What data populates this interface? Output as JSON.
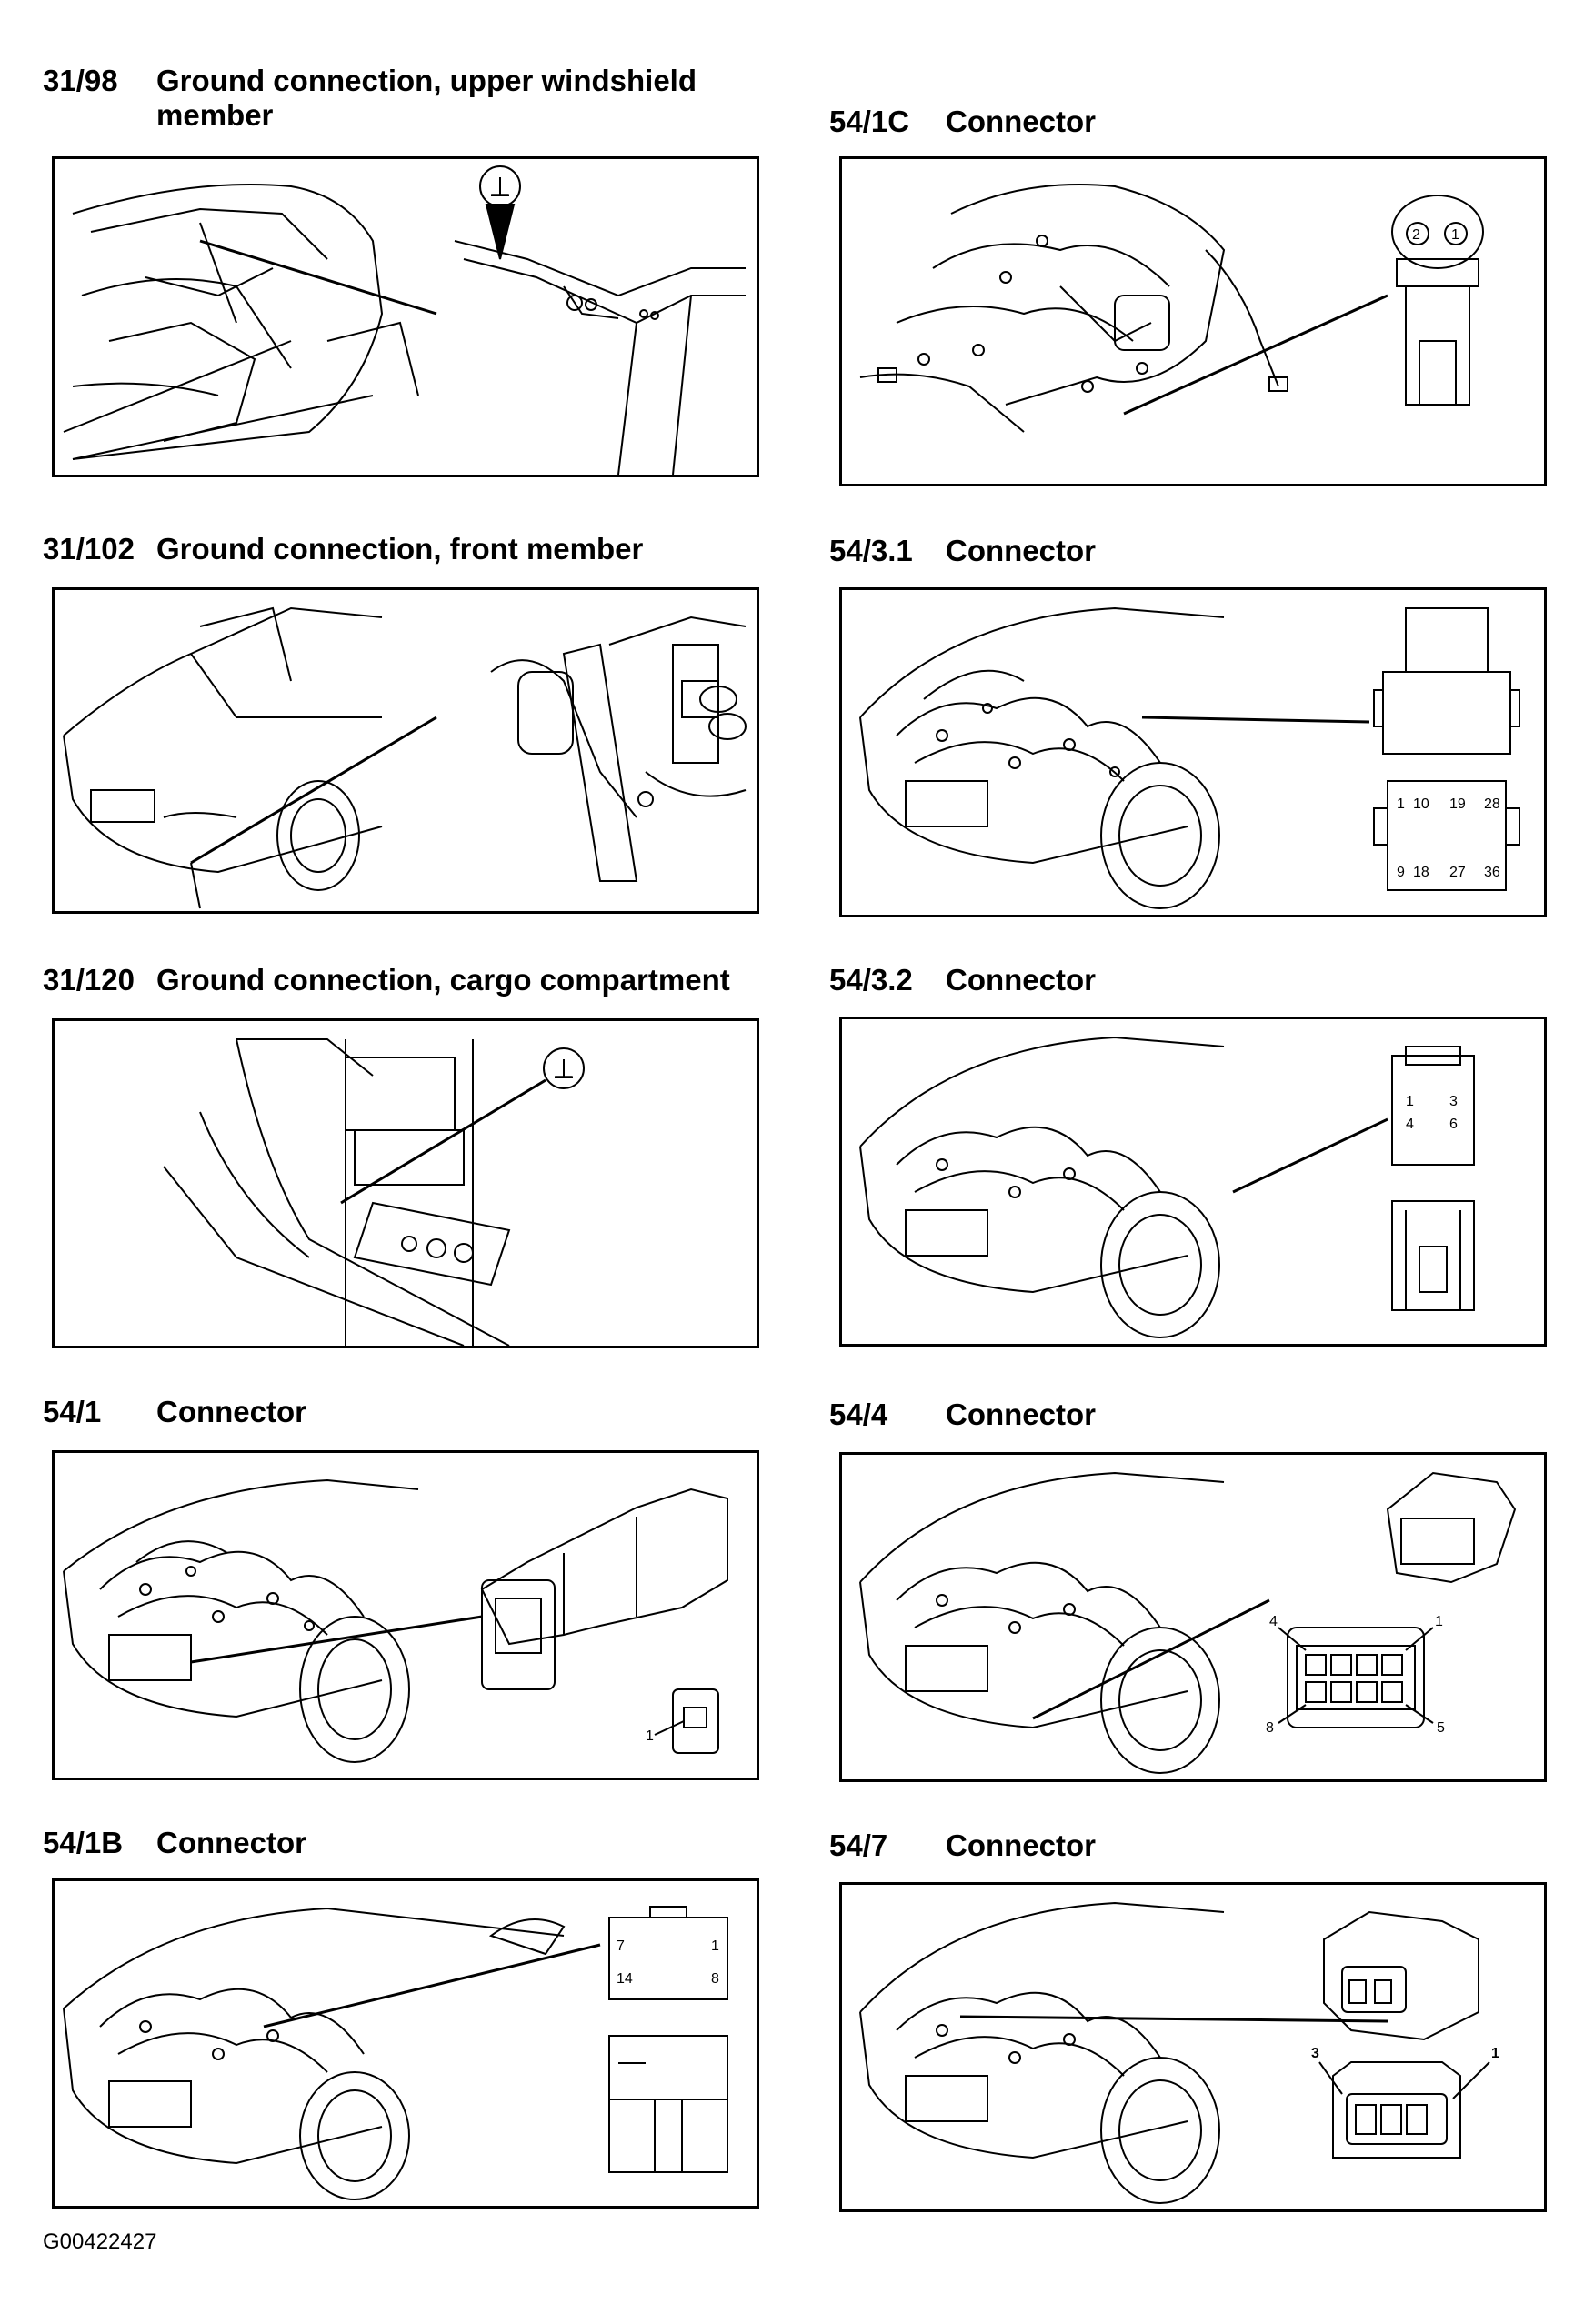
{
  "left_column": [
    {
      "code": "31/98",
      "title_line1": "Ground connection, upper windshield",
      "title_line2": "member",
      "symbol": "⊥"
    },
    {
      "code": "31/102",
      "title_line1": "Ground connection, front member",
      "title_line2": ""
    },
    {
      "code": "31/120",
      "title_line1": "Ground connection, cargo compartment",
      "title_line2": "",
      "symbol": "⊥"
    },
    {
      "code": "54/1",
      "title_line1": "Connector",
      "title_line2": "",
      "pin_labels": [
        "1"
      ]
    },
    {
      "code": "54/1B",
      "title_line1": "Connector",
      "title_line2": "",
      "pin_labels": [
        "7",
        "1",
        "14",
        "8"
      ]
    }
  ],
  "right_column": [
    {
      "code": "54/1C",
      "title_line1": "Connector",
      "pin_labels": [
        "2",
        "1"
      ]
    },
    {
      "code": "54/3.1",
      "title_line1": "Connector",
      "pin_labels": [
        "1",
        "10",
        "19",
        "28",
        "9",
        "18",
        "27",
        "36"
      ]
    },
    {
      "code": "54/3.2",
      "title_line1": "Connector",
      "pin_labels": [
        "1",
        "3",
        "4",
        "6"
      ]
    },
    {
      "code": "54/4",
      "title_line1": "Connector",
      "pin_labels": [
        "4",
        "1",
        "8",
        "5"
      ]
    },
    {
      "code": "54/7",
      "title_line1": "Connector",
      "pin_labels": [
        "3",
        "1"
      ]
    }
  ],
  "footer_id": "G00422427",
  "colors": {
    "line": "#000000",
    "background": "#ffffff"
  }
}
